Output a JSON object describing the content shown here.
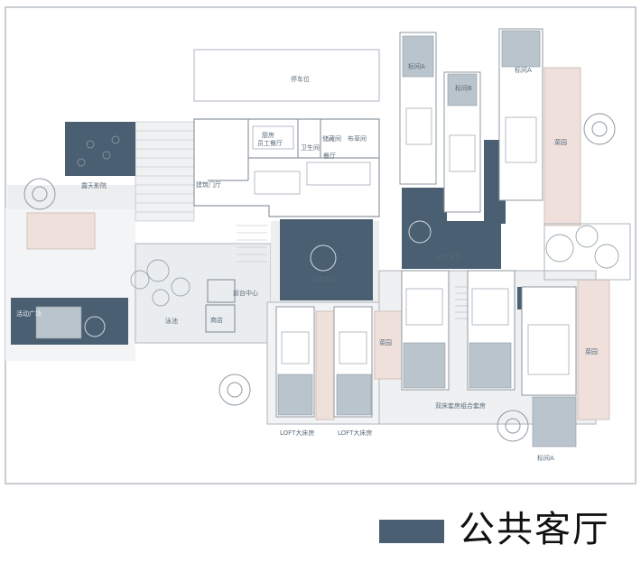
{
  "colors": {
    "public_lounge": "#4b5f72",
    "paving": "#e5e7e8",
    "garden": "#efe0dc",
    "wall": "#aeb6bd",
    "frame": "#c9ced3"
  },
  "labels": {
    "parking": "停车位",
    "kitchen": "厨房",
    "staff_dining": "员工餐厅",
    "storage": "储藏间",
    "wash": "布草间",
    "washroom": "卫生间",
    "restaurant": "餐厅",
    "main_entrance": "建筑门厅",
    "outdoor_cinema": "露天影院",
    "activity_plaza": "活动广场",
    "pool": "泳池",
    "reception": "前台中心",
    "shop": "商店",
    "public_lounge_center": "公共客厅",
    "public_lounge_north": "公共客厅",
    "standard_room_1": "标间A",
    "standard_room_2": "标间B",
    "standard_room_3": "标间A",
    "standard_room_4": "标间A",
    "garden_1": "菜园",
    "garden_2": "菜园",
    "garden_3": "菜园",
    "loft_1": "LOFT大床房",
    "loft_2": "LOFT大床房",
    "family_suite": "双床套房组合套房"
  },
  "legend": {
    "label": "公共客厅"
  }
}
